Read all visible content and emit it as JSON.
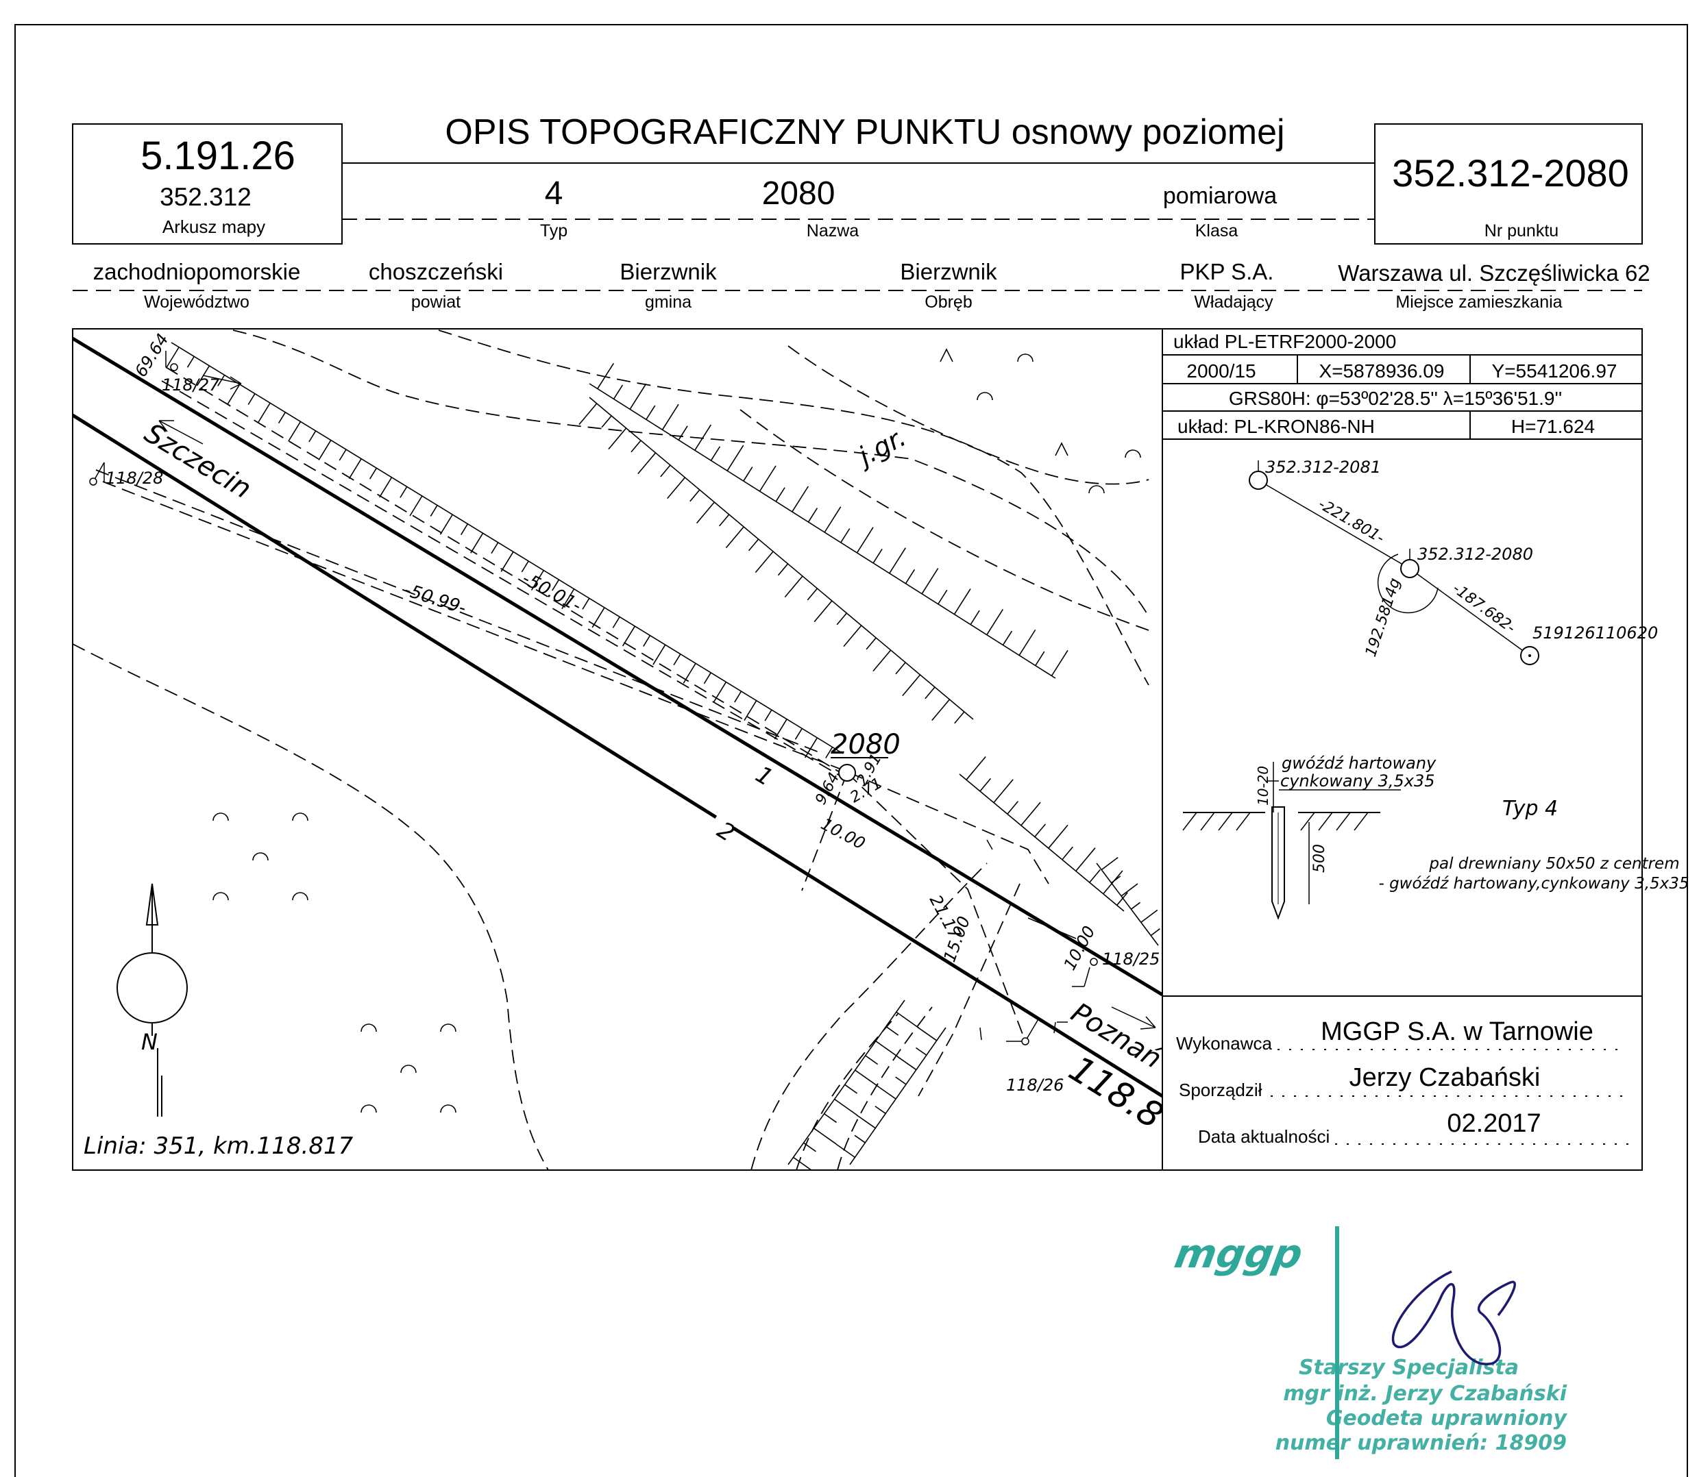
{
  "header": {
    "title": "OPIS TOPOGRAFICZNY PUNKTU osnowy poziomej",
    "map_sheet_number": "5.191.26",
    "map_sheet_sub": "352.312",
    "map_sheet_label": "Arkusz mapy",
    "type_value": "4",
    "type_label": "Typ",
    "name_value": "2080",
    "name_label": "Nazwa",
    "class_value": "pomiarowa",
    "class_label": "Klasa",
    "point_number": "352.312-2080",
    "point_number_label": "Nr punktu"
  },
  "admin": {
    "voivodeship": "zachodniopomorskie",
    "voivodeship_label": "Województwo",
    "county": "choszczeński",
    "county_label": "powiat",
    "municipality": "Bierzwnik",
    "municipality_label": "gmina",
    "precinct": "Bierzwnik",
    "precinct_label": "Obręb",
    "owner": "PKP S.A.",
    "owner_label": "Władający",
    "residence": "Warszawa ul. Szczęśliwicka 62",
    "residence_label": "Miejsce zamieszkania"
  },
  "coords": {
    "system": "układ PL-ETRF2000-2000",
    "zone": "2000/15",
    "x": "X=5878936.09",
    "y": "Y=5541206.97",
    "grs": "GRS80H: φ=53º02'28.5'' λ=15º36'51.9''",
    "height_system": "układ: PL-KRON86-NH",
    "height": "H=71.624"
  },
  "orientation_sketch": {
    "point_a": "352.312-2081",
    "point_b": "352.312-2080",
    "point_c": "519126110620",
    "dist_ab": "-221.801-",
    "dist_bc": "-187.682-",
    "angle": "192.5814g"
  },
  "construction": {
    "nail_label_line1": "gwóźdź hartowany",
    "nail_label_line2": "cynkowany 3,5x35",
    "depth_top": "10-20",
    "depth_pile": "500",
    "type_label": "Typ 4",
    "pile_label_line1": "pal drewniany 50x50 z centrem",
    "pile_label_line2": "- gwóźdź hartowany,cynkowany 3,5x35"
  },
  "credits": {
    "contractor_label": "Wykonawca",
    "contractor": "MGGP S.A.  w Tarnowie",
    "author_label": "Sporządził",
    "author": "Jerzy Czabański",
    "date_label": "Data aktualności",
    "date": "02.2017"
  },
  "map": {
    "line_caption": "Linia: 351, km.118.817",
    "direction_west": "Szczecin",
    "direction_east": "Poznań",
    "km_marker": "118.8",
    "point_label": "2080",
    "track_1": "1",
    "track_2": "2",
    "ground_boundary": "j.gr.",
    "north_letter": "N",
    "labels": {
      "d6964": "69.64",
      "s11827": "118/27",
      "s11828": "118/28",
      "d5099": "-50.99-",
      "d5001": "-50.01-",
      "d964": "9.64",
      "d291": "2.91",
      "d271": "2.71",
      "d1000a": "10.00",
      "d2117": "21.17",
      "d1500": "15.00",
      "d1000b": "10.00",
      "s11825": "118/25",
      "s11826": "118/26"
    }
  },
  "stamp": {
    "logo": "mggp",
    "line1": "Starszy Specjalista",
    "line2": "mgr inż. Jerzy Czabański",
    "line3": "Geodeta uprawniony",
    "line4": "numer uprawnień: 18909"
  }
}
